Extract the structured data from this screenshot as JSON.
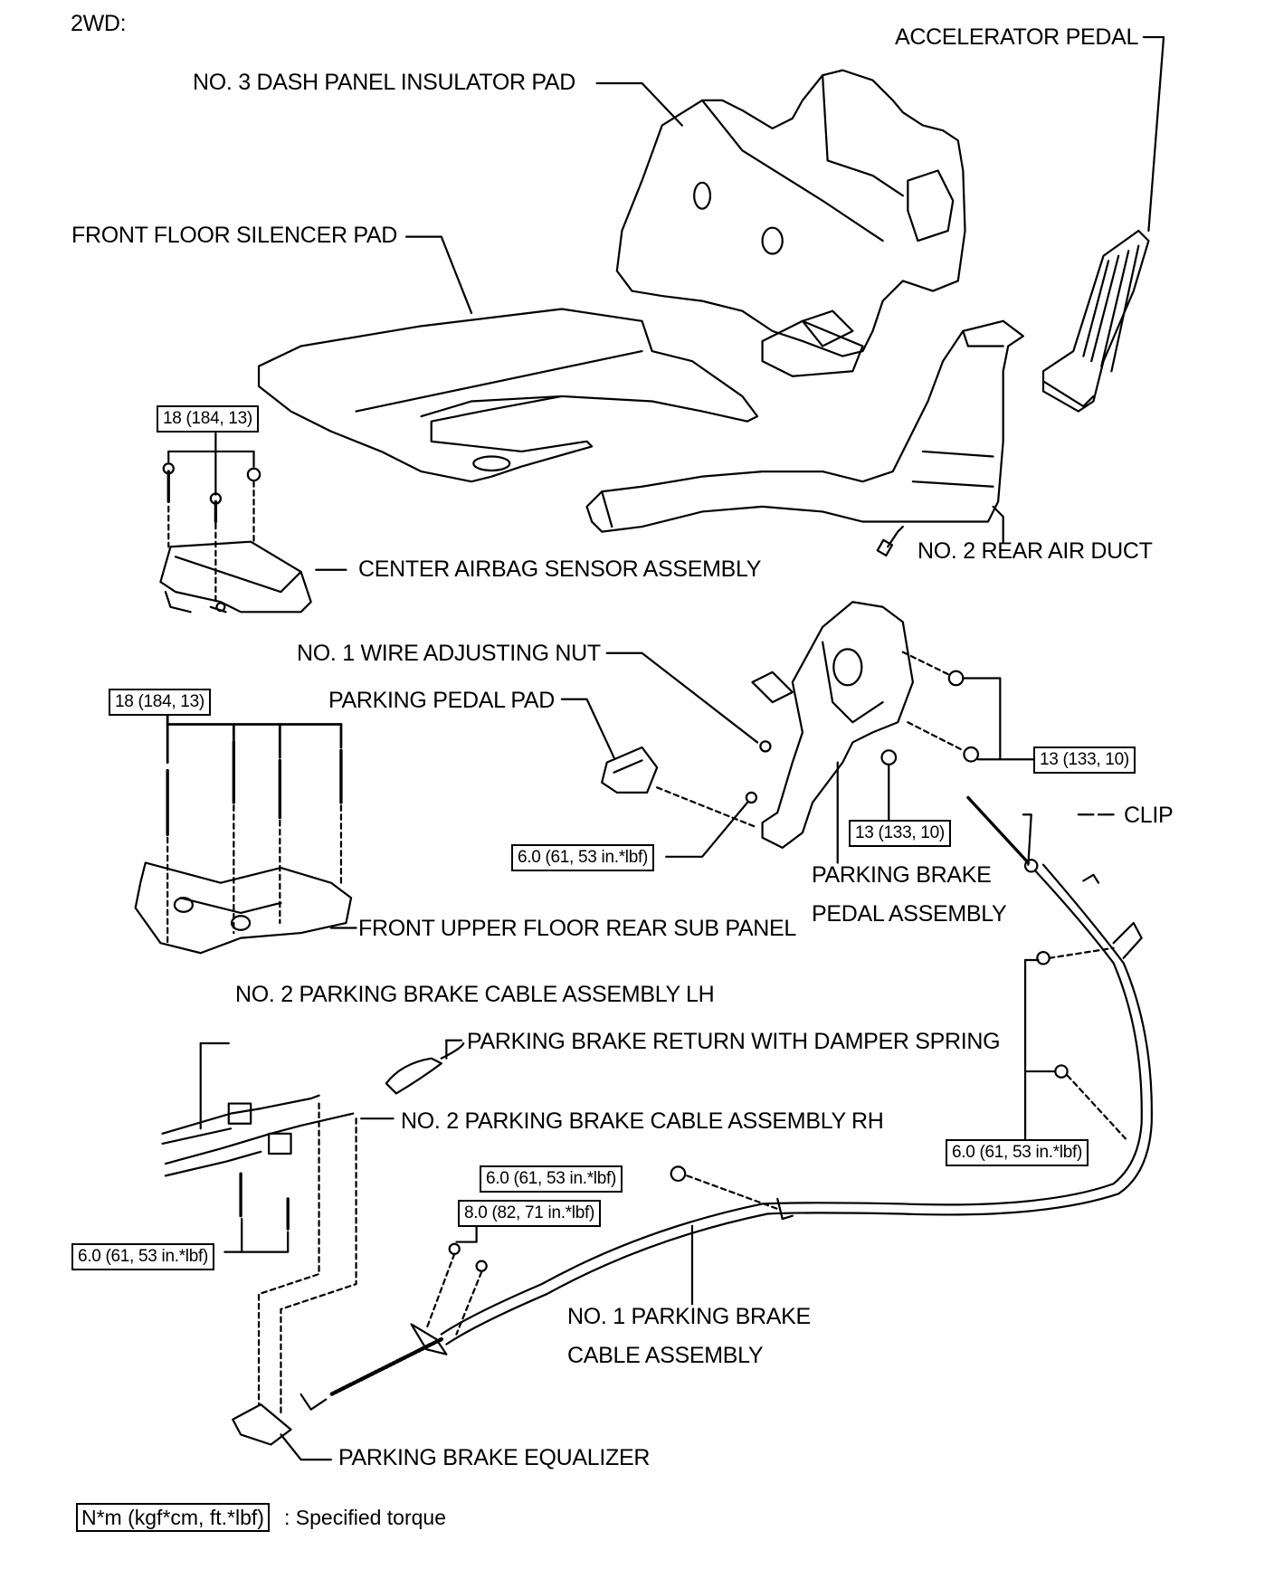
{
  "drivetrain_label": "2WD:",
  "parts": {
    "no3_dash_panel_insulator_pad": "NO. 3 DASH PANEL INSULATOR PAD",
    "accelerator_pedal": "ACCELERATOR PEDAL",
    "front_floor_silencer_pad": "FRONT FLOOR SILENCER PAD",
    "center_airbag_sensor_assembly": "CENTER AIRBAG SENSOR ASSEMBLY",
    "no2_rear_air_duct": "NO. 2 REAR AIR DUCT",
    "no1_wire_adjusting_nut": "NO. 1 WIRE ADJUSTING NUT",
    "parking_pedal_pad": "PARKING PEDAL PAD",
    "parking_brake_pedal_assembly_line1": "PARKING BRAKE",
    "parking_brake_pedal_assembly_line2": "PEDAL ASSEMBLY",
    "clip": "CLIP",
    "front_upper_floor_rear_sub_panel": "FRONT UPPER FLOOR REAR SUB PANEL",
    "no2_parking_brake_cable_lh": "NO. 2 PARKING BRAKE CABLE ASSEMBLY LH",
    "parking_brake_return_spring": "PARKING BRAKE RETURN WITH DAMPER SPRING",
    "no2_parking_brake_cable_rh": "NO. 2 PARKING BRAKE CABLE ASSEMBLY RH",
    "no1_parking_brake_cable_line1": "NO. 1 PARKING BRAKE",
    "no1_parking_brake_cable_line2": "CABLE ASSEMBLY",
    "parking_brake_equalizer": "PARKING BRAKE EQUALIZER"
  },
  "torques": {
    "airbag_sensor": "18 (184, 13)",
    "sub_panel": "18 (184, 13)",
    "pedal_assembly_upper": "13 (133, 10)",
    "pedal_assembly_lower": "13 (133, 10)",
    "wire_adjusting_nut": "6.0 (61, 53 in.*lbf)",
    "cable_right_clamps": "6.0 (61, 53 in.*lbf)",
    "cable_mid_nut": "6.0 (61, 53 in.*lbf)",
    "cable_front_bolts": "8.0 (82, 71 in.*lbf)",
    "no2_cable_bolts": "6.0 (61, 53 in.*lbf)"
  },
  "legend": {
    "unit_box": "N*m (kgf*cm, ft.*lbf)",
    "description": ": Specified torque"
  }
}
